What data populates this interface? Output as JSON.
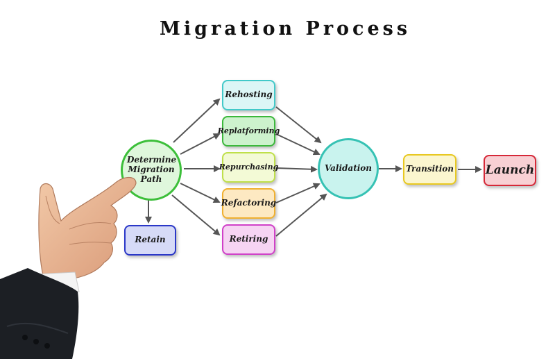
{
  "title": "Migration Process",
  "nodes": {
    "determine": "Determine Migration Path",
    "retain": "Retain",
    "rehosting": "Rehosting",
    "replatforming": "Replatforming",
    "repurchasing": "Repurchasing",
    "refactoring": "Refactoring",
    "retiring": "Retiring",
    "validation": "Validation",
    "transition": "Transition",
    "launch": "Launch"
  },
  "colors": {
    "determine_border": "#3cbf3a",
    "determine_fill": "#dff7dc",
    "retain_border": "#2a37c8",
    "retain_fill": "#d6daf7",
    "rehosting_border": "#42c9c9",
    "rehosting_fill": "#dcf6f6",
    "replatforming_border": "#3bb83b",
    "replatforming_fill": "#cdf2cd",
    "repurchasing_border": "#bfe04a",
    "repurchasing_fill": "#f3fad6",
    "refactoring_border": "#f0b030",
    "refactoring_fill": "#fde9c2",
    "retiring_border": "#d040c8",
    "retiring_fill": "#f6d4f3",
    "validation_border": "#36c2b4",
    "validation_fill": "#c9f3ee",
    "transition_border": "#e8c820",
    "transition_fill": "#fbf6cf",
    "launch_border": "#d62838",
    "launch_fill": "#f8d0d4",
    "arrow": "#555555"
  }
}
